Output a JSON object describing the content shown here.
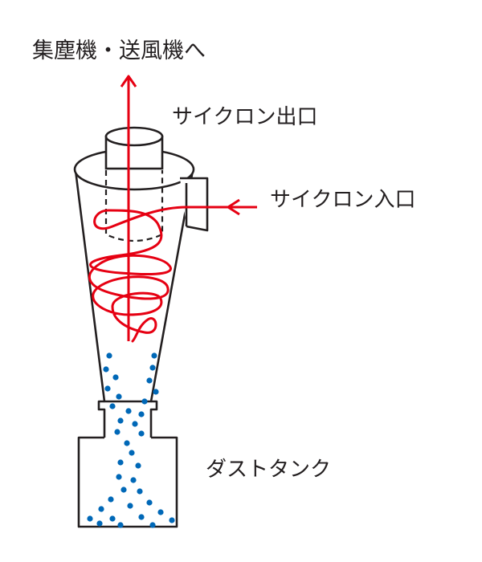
{
  "labels": {
    "destination": "集塵機・送風機へ",
    "outlet": "サイクロン出口",
    "inlet": "サイクロン入口",
    "dust_tank": "ダストタンク"
  },
  "colors": {
    "airflow": "#e60012",
    "dust": "#0068b7",
    "outline": "#231f20",
    "background": "#ffffff"
  }
}
